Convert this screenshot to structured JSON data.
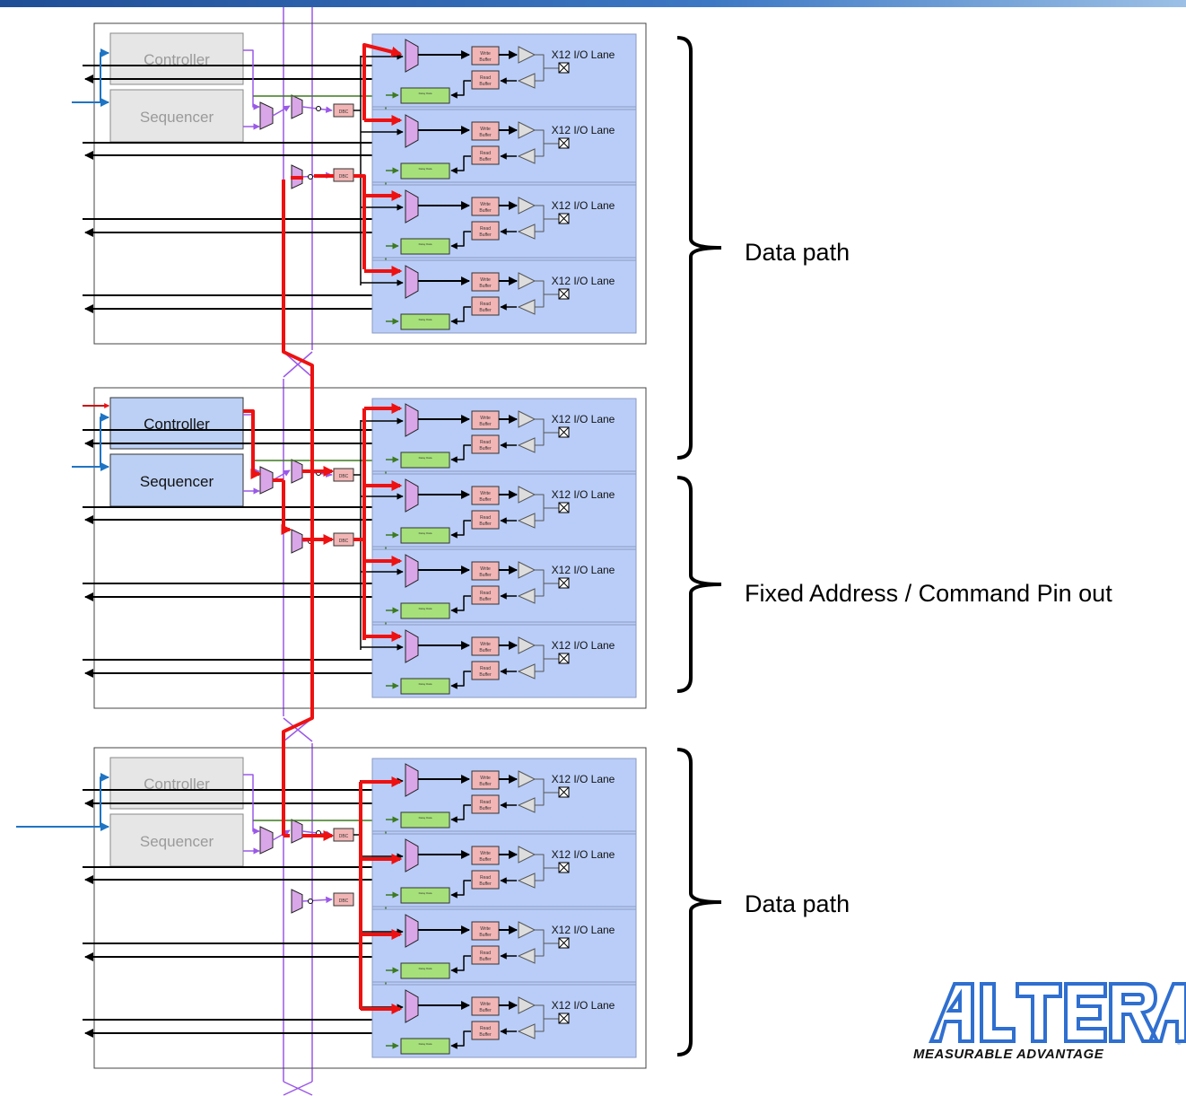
{
  "blocks": [
    {
      "active": false,
      "controller_label": "Controller",
      "sequencer_label": "Sequencer",
      "dqs_label": "DBC",
      "lanes": [
        {
          "label": "X12 I/O Lane",
          "write_label": "Write Buffer",
          "read_label": "Read Buffer",
          "delay_label": "Delay Data Control"
        },
        {
          "label": "X12 I/O Lane",
          "write_label": "Write Buffer",
          "read_label": "Read Buffer",
          "delay_label": "Delay Data Control"
        },
        {
          "label": "X12 I/O Lane",
          "write_label": "Write Buffer",
          "read_label": "Read Buffer",
          "delay_label": "Delay Data Control"
        },
        {
          "label": "X12 I/O Lane",
          "write_label": "Write Buffer",
          "read_label": "Read Buffer",
          "delay_label": "Delay Data Control"
        }
      ]
    },
    {
      "active": true,
      "controller_label": "Controller",
      "sequencer_label": "Sequencer",
      "dqs_label": "DBC",
      "lanes": [
        {
          "label": "X12 I/O Lane",
          "write_label": "Write Buffer",
          "read_label": "Read Buffer",
          "delay_label": "Delay Data Control"
        },
        {
          "label": "X12 I/O Lane",
          "write_label": "Write Buffer",
          "read_label": "Read Buffer",
          "delay_label": "Delay Data Control"
        },
        {
          "label": "X12 I/O Lane",
          "write_label": "Write Buffer",
          "read_label": "Read Buffer",
          "delay_label": "Delay Data Control"
        },
        {
          "label": "X12 I/O Lane",
          "write_label": "Write Buffer",
          "read_label": "Read Buffer",
          "delay_label": "Delay Data Control"
        }
      ]
    },
    {
      "active": false,
      "controller_label": "Controller",
      "sequencer_label": "Sequencer",
      "dqs_label": "DBC",
      "lanes": [
        {
          "label": "X12 I/O Lane",
          "write_label": "Write Buffer",
          "read_label": "Read Buffer",
          "delay_label": "Delay Data Control"
        },
        {
          "label": "X12 I/O Lane",
          "write_label": "Write Buffer",
          "read_label": "Read Buffer",
          "delay_label": "Delay Data Control"
        },
        {
          "label": "X12 I/O Lane",
          "write_label": "Write Buffer",
          "read_label": "Read Buffer",
          "delay_label": "Delay Data Control"
        },
        {
          "label": "X12 I/O Lane",
          "write_label": "Write Buffer",
          "read_label": "Read Buffer",
          "delay_label": "Delay Data Control"
        }
      ]
    }
  ],
  "braces": [
    {
      "label": "Data path"
    },
    {
      "label": "Fixed Address / Command Pin out"
    },
    {
      "label": "Data path"
    }
  ],
  "logo": {
    "name": "ALTERA",
    "tagline": "MEASURABLE ADVANTAGE"
  },
  "colors": {
    "lane_fill": "#b9cdf8",
    "lane_border": "#8a9ac0",
    "mux_fill": "#d9a6e8",
    "buffer_fill": "#f2b5b5",
    "delay_fill": "#a6e07a",
    "bus": "#9b59e8",
    "active_path": "#ee1111",
    "control_green": "#3d7a1f",
    "blue_wire": "#1f74c4",
    "logo_blue": "#2f6fd0"
  }
}
